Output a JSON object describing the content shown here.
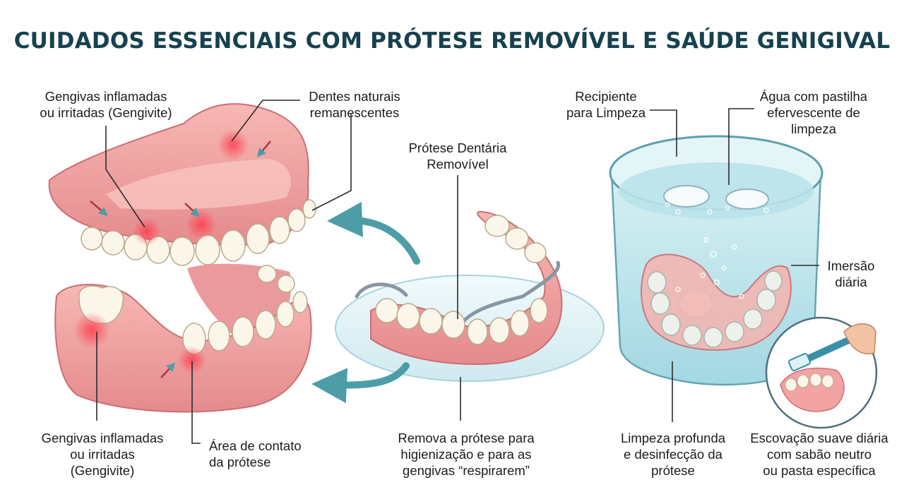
{
  "title": "CUIDADOS ESSENCIAIS COM PRÓTESE REMOVÍVEL E SAÚDE GENIGIVAL",
  "labels": {
    "gum_top": "Gengivas inflamadas\nou irritadas (Gengivite)",
    "natural_teeth": "Dentes naturais\nremanescentes",
    "removable_denture": "Prótese Dentária\nRemovível",
    "container": "Recipiente\npara Limpeza",
    "effervescent": "Água com pastilha\nefervescente de\nlimpeza",
    "immersion": "Imersão\ndiária",
    "gum_bottom": "Gengivas inflamadas\nou irritadas\n(Gengivite)",
    "contact_area": "Área de contato\nda prótese",
    "remove_denture": "Remova a prótese para\nhigienização e para as\ngengivas “respirarem”",
    "deep_cleaning": "Limpeza profunda\ne desinfecção da\nprótese",
    "brushing": "Escovação suave diária\ncom sabão neutro\nou pasta específica"
  },
  "colors": {
    "title": "#17414f",
    "gum": "#f2a3a3",
    "gum_dark": "#e07f84",
    "inflamed": "#ff4f5c",
    "tooth": "#fbf6ea",
    "water": "#bfe6ee",
    "arrow": "#4d9da7",
    "leader": "#2b2b2b"
  },
  "icons": [
    "curved-arrow-icon",
    "toothbrush-icon",
    "effervescent-tablet-icon"
  ]
}
